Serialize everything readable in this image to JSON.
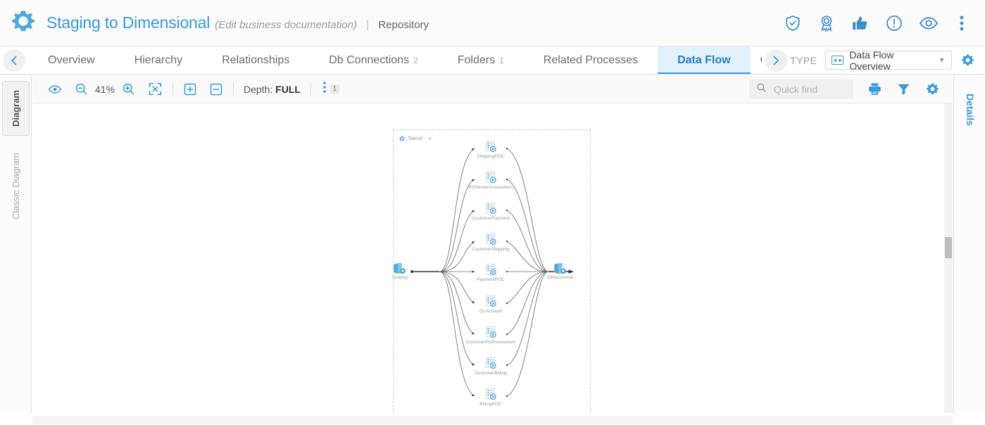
{
  "titlebar": {
    "logo_icon": "gear-icon",
    "title": "Staging to Dimensional",
    "subtitle": "(Edit business documentation)",
    "divider": "|",
    "repository": "Repository",
    "icons": [
      {
        "name": "shield-check-icon",
        "label": "Certified"
      },
      {
        "name": "award-ribbon-icon",
        "label": "Award"
      },
      {
        "name": "thumbs-up-icon",
        "label": "Endorse"
      },
      {
        "name": "warning-circle-icon",
        "label": "Warning"
      },
      {
        "name": "eye-icon",
        "label": "Watch"
      },
      {
        "name": "vertical-dots-icon",
        "label": "More"
      }
    ]
  },
  "tabbar": {
    "scroll_left_icon": "chevron-left-icon",
    "scroll_right_icon": "chevron-right-icon",
    "tabs": [
      {
        "label": "Overview",
        "count": "",
        "active": false
      },
      {
        "label": "Hierarchy",
        "count": "",
        "active": false
      },
      {
        "label": "Relationships",
        "count": "",
        "active": false
      },
      {
        "label": "Db Connections",
        "count": "2",
        "active": false
      },
      {
        "label": "Folders",
        "count": "1",
        "active": false
      },
      {
        "label": "Related Processes",
        "count": "",
        "active": false
      },
      {
        "label": "Data Flow",
        "count": "",
        "active": true
      },
      {
        "label": "Co",
        "count": "",
        "active": false
      }
    ],
    "type_label": "TYPE",
    "type_value": "Data Flow Overview",
    "type_icon": "data-flow-icon",
    "type_chevron": "chevron-down-icon",
    "settings_icon": "gear-icon"
  },
  "leftrail": {
    "tabs": [
      {
        "label": "Diagram",
        "active": true
      },
      {
        "label": "Classic Diagram",
        "active": false
      }
    ]
  },
  "rightrail": {
    "label": "Details"
  },
  "toolbar": {
    "eye_icon": "eye-icon",
    "zoom_out_icon": "zoom-out-icon",
    "zoom_value": "41%",
    "zoom_in_icon": "zoom-in-icon",
    "fit_icon": "fit-to-screen-icon",
    "expand_icon": "expand-all-icon",
    "collapse_icon": "collapse-all-icon",
    "depth_label": "Depth:",
    "depth_value": "FULL",
    "dots_icon": "vertical-dots-icon",
    "dots_badge": "1",
    "search_icon": "search-icon",
    "search_value": "",
    "search_placeholder": "Quick find",
    "print_icon": "print-icon",
    "filter_icon": "filter-icon",
    "settings_icon": "gear-icon"
  },
  "diagram": {
    "group_title": "Talend",
    "group_icon": "gear-icon",
    "group_chevron": "chevron-up-icon",
    "endpoints": [
      {
        "name": "Staging",
        "icon": "database-gear-icon"
      },
      {
        "name": "Dimensional",
        "icon": "database-gear-icon"
      }
    ],
    "nodes": [
      {
        "label": "ShippingPOC",
        "icon": "job-play-icon"
      },
      {
        "label": "POVendorInvoiceItem",
        "icon": "job-play-icon"
      },
      {
        "label": "CustomerPayment",
        "icon": "job-play-icon"
      },
      {
        "label": "CustomerShipping",
        "icon": "job-play-icon"
      },
      {
        "label": "PaymentPOC",
        "icon": "job-play-icon"
      },
      {
        "label": "GLAccount",
        "icon": "job-play-icon"
      },
      {
        "label": "CustomerPOInvoiceItem",
        "icon": "job-play-icon"
      },
      {
        "label": "CustomerBilling",
        "icon": "job-play-icon"
      },
      {
        "label": "BillingPOC",
        "icon": "job-play-icon"
      }
    ]
  },
  "colors": {
    "accent": "#3b9ad9",
    "active_tab_bg": "#e3f1fb",
    "title_text": "#3b9ad9",
    "muted": "#9b9b9b"
  }
}
